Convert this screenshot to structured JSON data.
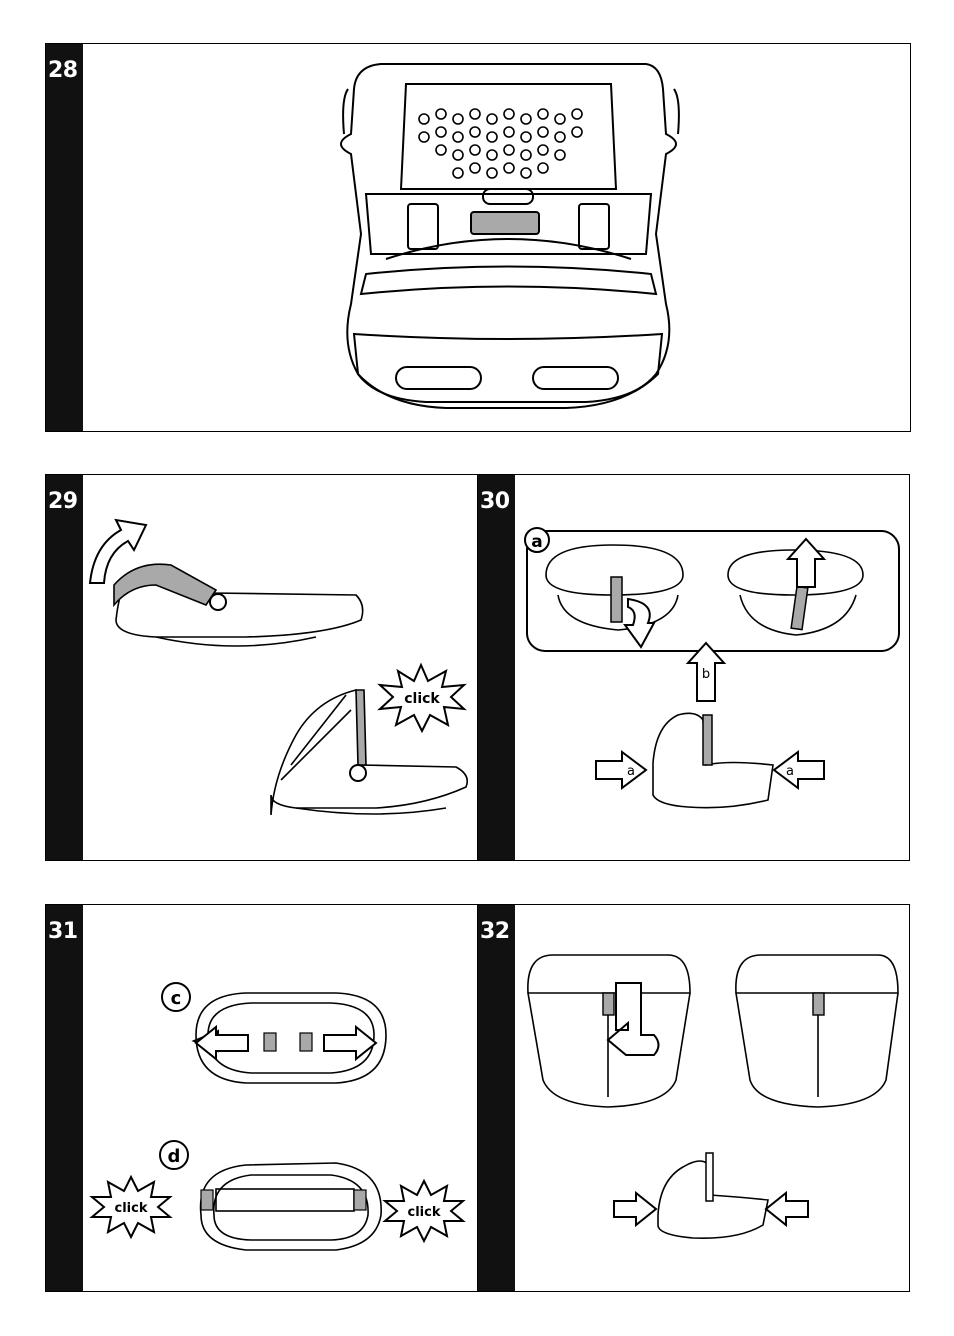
{
  "steps": [
    {
      "number": "28"
    },
    {
      "number": "29",
      "callout": "click"
    },
    {
      "number": "30",
      "detail_label": "a",
      "arrow_label_b": "b",
      "arrow_label_a": "a"
    },
    {
      "number": "31",
      "label_c": "c",
      "label_d": "d",
      "callout": "click"
    },
    {
      "number": "32"
    }
  ],
  "colors": {
    "stripe": "#111111",
    "accent_gray": "#a9a9a9",
    "line": "#000000"
  }
}
